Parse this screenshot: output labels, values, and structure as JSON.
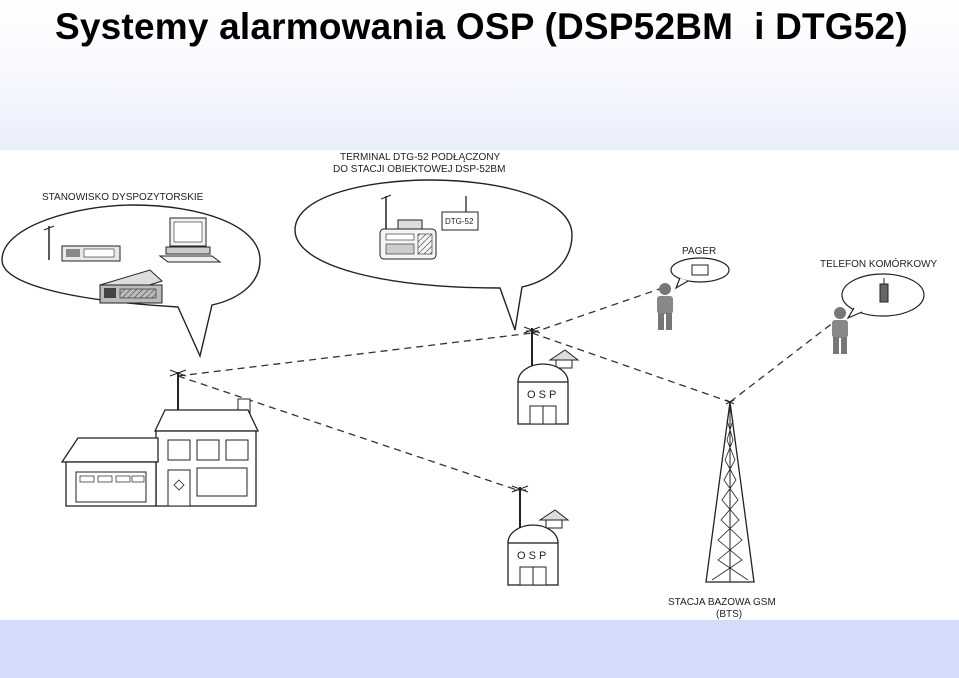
{
  "title": "Systemy alarmowania OSP (DSP52BM  i DTG52)",
  "diagram": {
    "dispatcher_label": "STANOWISKO DYSPOZYTORSKIE",
    "terminal_label_line1": "TERMINAL DTG-52 PODŁĄCZONY",
    "terminal_label_line2": "DO STACJI OBIEKTOWEJ DSP-52BM",
    "terminal_module_label": "DTG-52",
    "pager_label": "PAGER",
    "phone_label": "TELEFON KOMÓRKOWY",
    "osp_label_1": "O S P",
    "osp_label_2": "O S P",
    "bts_label_line1": "STACJA BAZOWA GSM",
    "bts_label_line2": "(BTS)"
  }
}
